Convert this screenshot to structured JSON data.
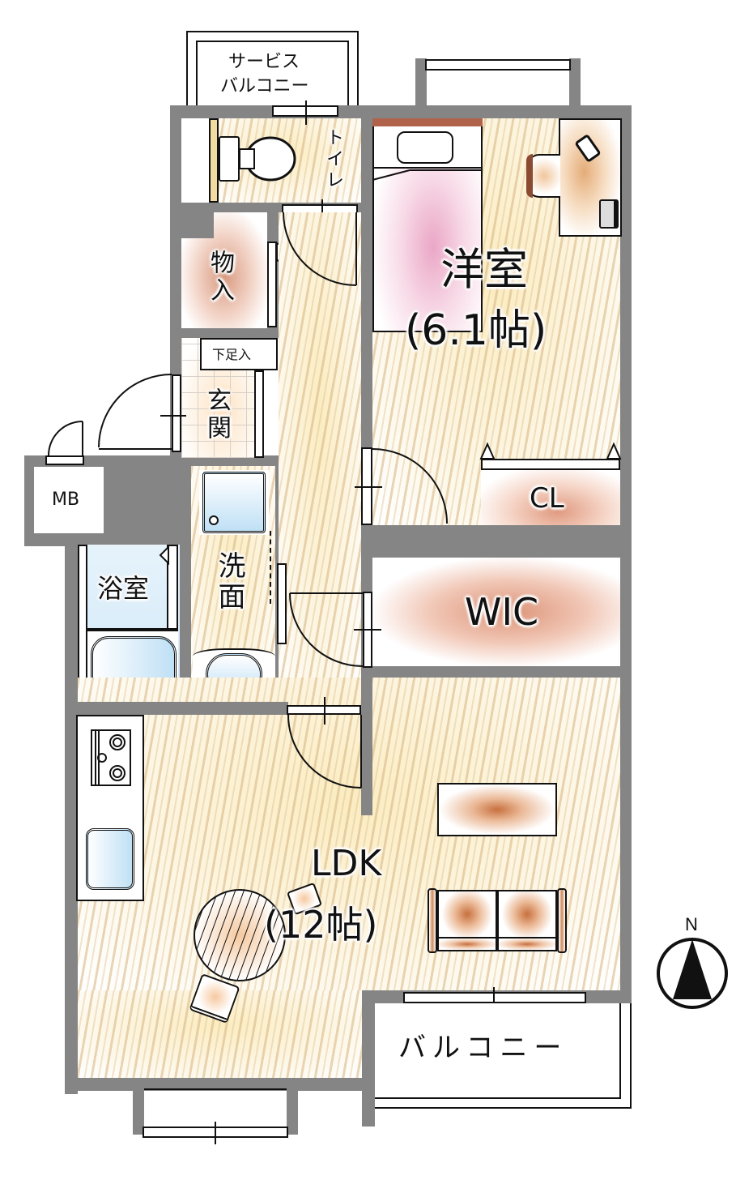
{
  "floor_plan": {
    "rooms": {
      "service_balcony": {
        "line1": "サービス",
        "line2": "バルコニー"
      },
      "toilet": {
        "label": "トイレ"
      },
      "storage": {
        "label": "物入"
      },
      "shoe_storage": {
        "label": "下足入"
      },
      "entrance": {
        "label": "玄関"
      },
      "meter_box": {
        "label": "MB"
      },
      "bathroom": {
        "label": "浴室"
      },
      "washroom": {
        "label": "洗面"
      },
      "western_room": {
        "label": "洋室",
        "size": "(6.1帖)"
      },
      "closet": {
        "label": "CL"
      },
      "walk_in_closet": {
        "label": "WIC"
      },
      "ldk": {
        "label": "LDK",
        "size": "(12帖)"
      },
      "balcony": {
        "label": "バルコニー"
      }
    },
    "compass": {
      "label": "N"
    },
    "colors": {
      "wall": "#858585",
      "floor_wood": "#d6b482",
      "bed_headboard": "#b0634a",
      "storage_glow": "#d88a70",
      "bath_blue": "#bfe0f5"
    }
  }
}
